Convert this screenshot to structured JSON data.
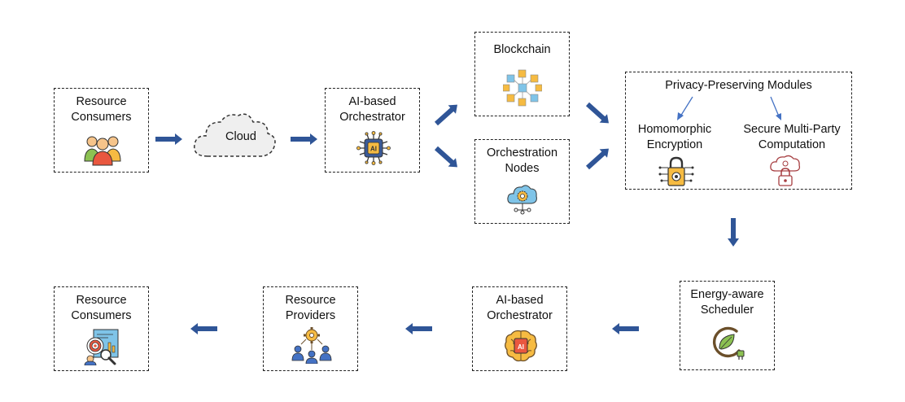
{
  "diagram": {
    "nodes": {
      "consumers_top": "Resource\nConsumers",
      "cloud": "Cloud",
      "orchestrator_top": "AI-based\nOrchestrator",
      "blockchain": "Blockchain",
      "orchestration_nodes": "Orchestration\nNodes",
      "privacy_modules": "Privacy-Preserving Modules",
      "homomorphic": "Homomorphic\nEncryption",
      "smpc": "Secure Multi-Party\nComputation",
      "energy_scheduler": "Energy-aware\nScheduler",
      "orchestrator_bottom": "AI-based\nOrchestrator",
      "providers": "Resource\nProviders",
      "consumers_bottom": "Resource\nConsumers"
    },
    "colors": {
      "arrow": "#2f5597",
      "module_arrow": "#4472c4",
      "border": "#222222"
    },
    "icons": [
      "people-group-icon",
      "ai-chip-icon",
      "blockchain-cubes-icon",
      "cloud-gear-icon",
      "lock-circuit-icon",
      "cloud-lock-icon",
      "eco-power-icon",
      "ai-brain-icon",
      "team-gear-icon",
      "analytics-target-icon"
    ]
  }
}
